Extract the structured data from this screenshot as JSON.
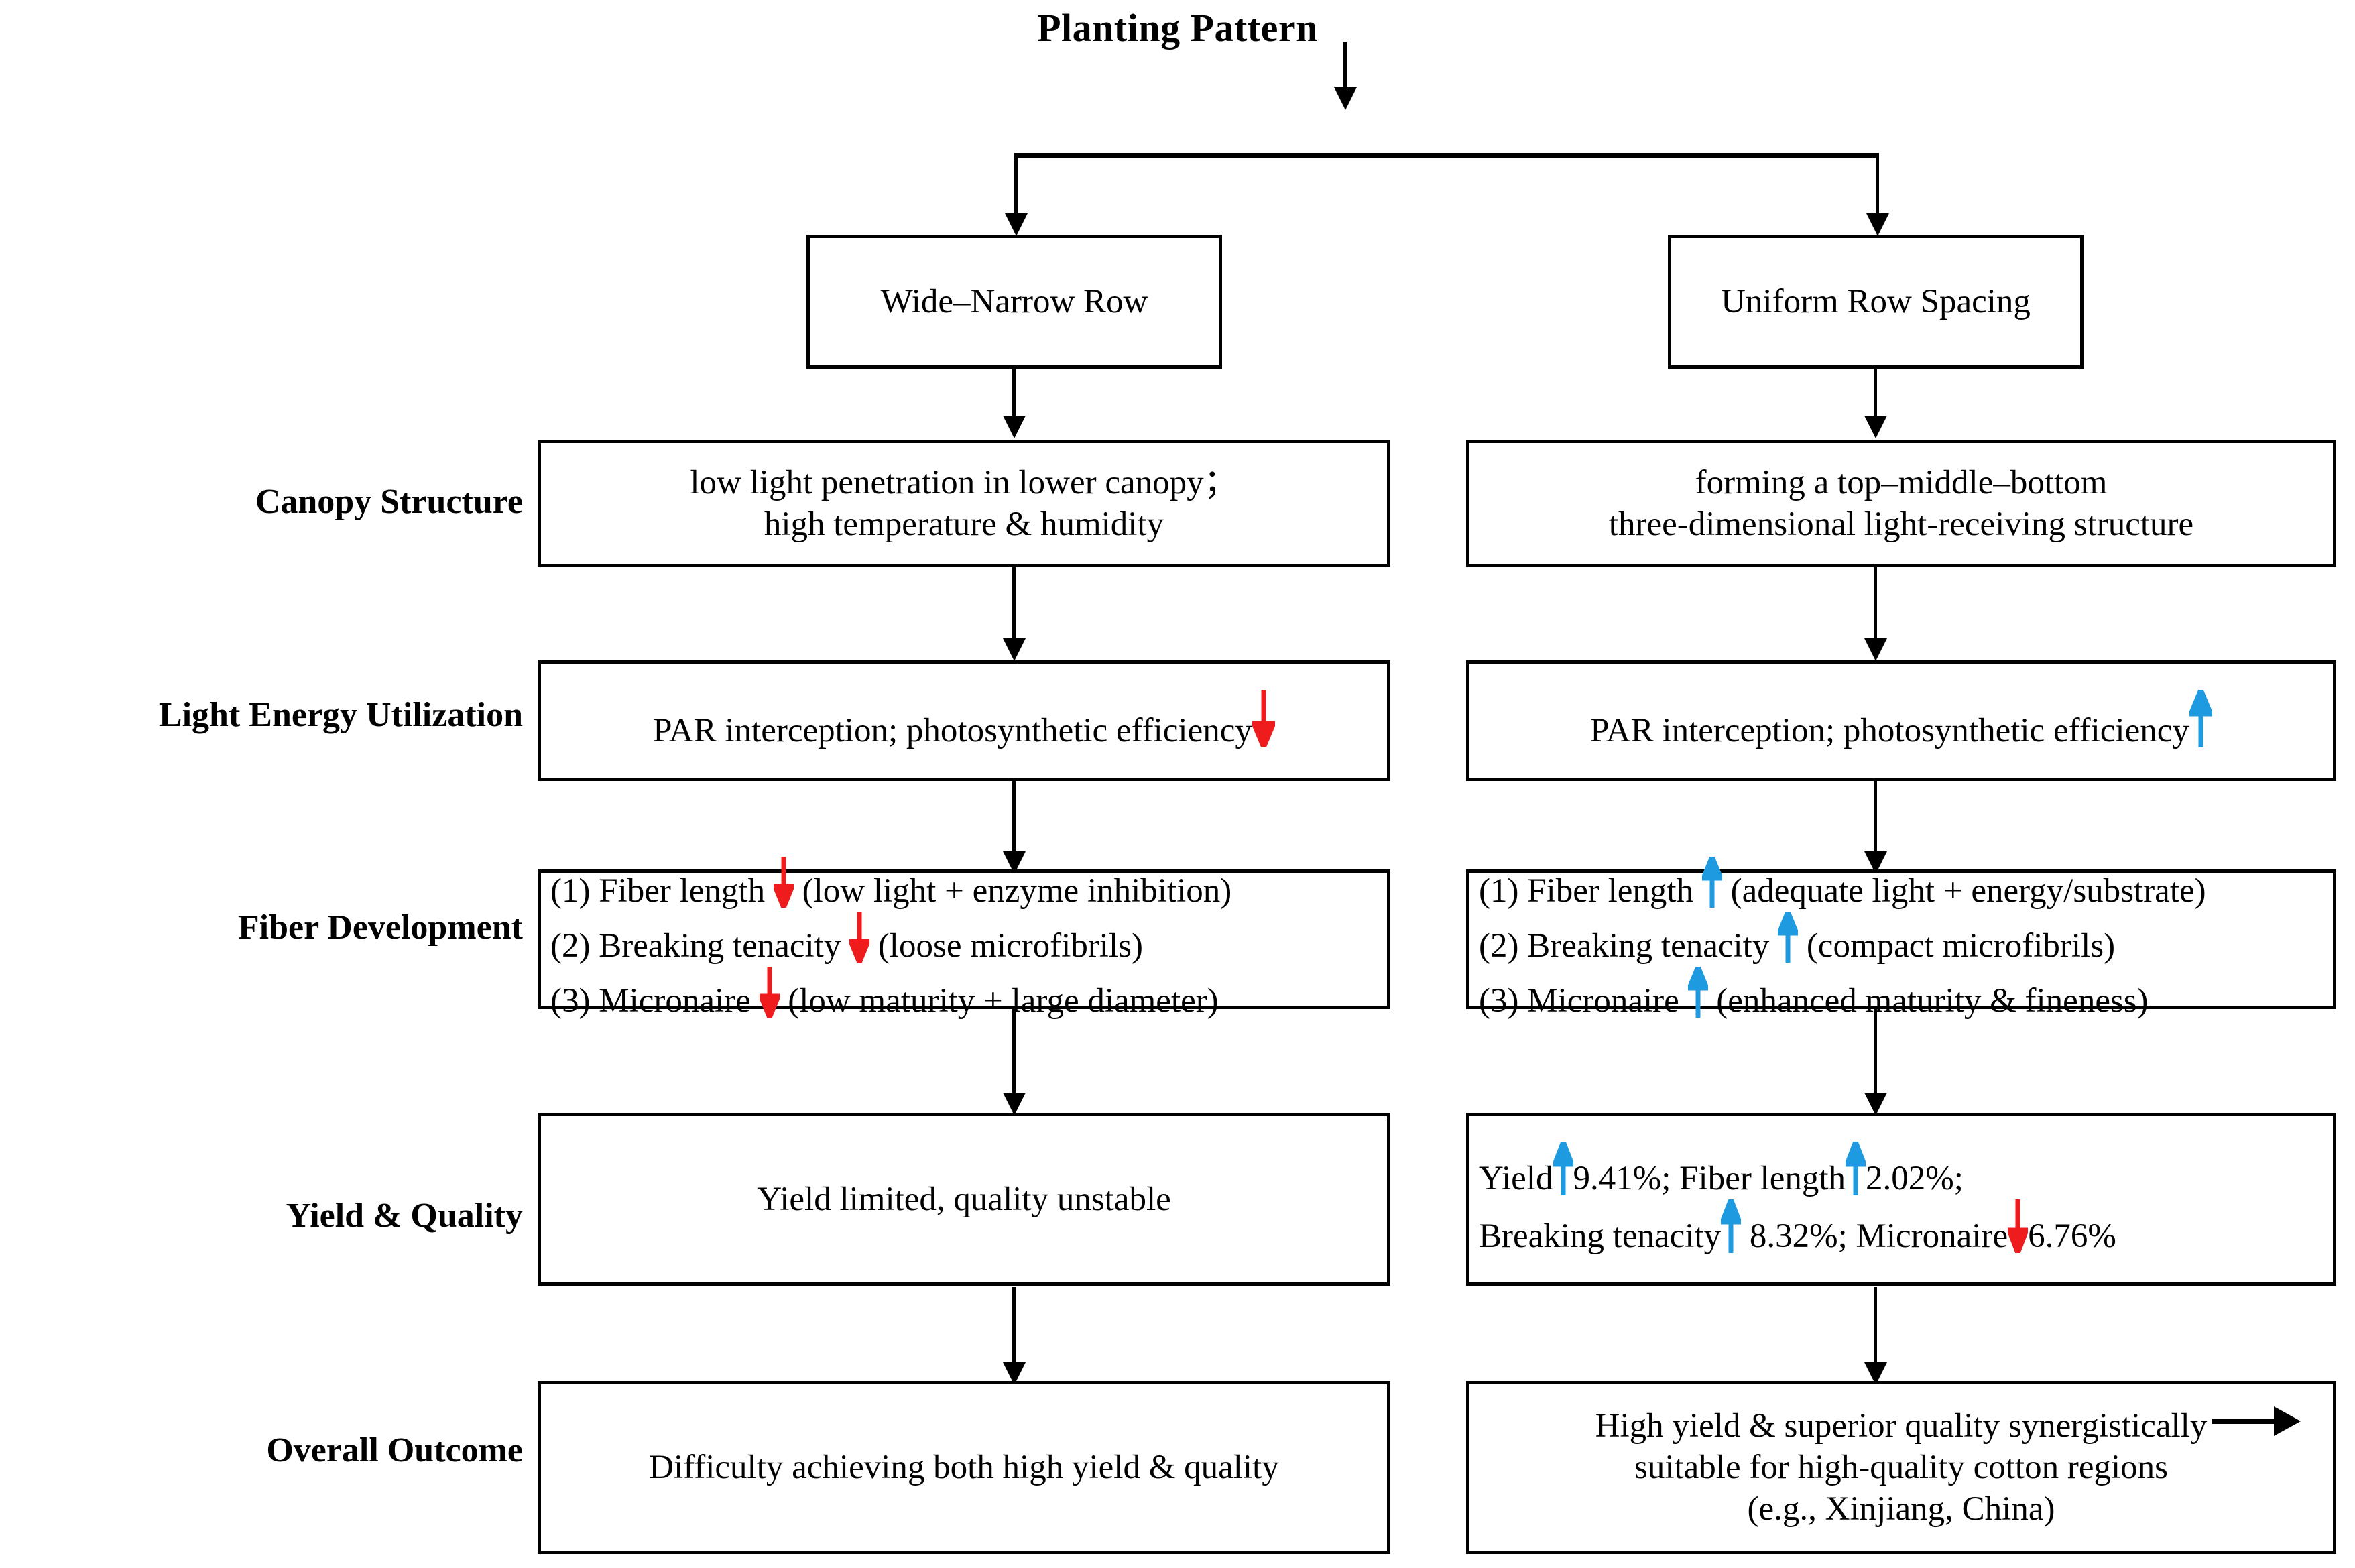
{
  "title": "Planting Pattern",
  "colors": {
    "up_arrow": "#1E9BE0",
    "down_arrow": "#EE1C1C",
    "line": "#000000",
    "background": "#FFFFFF"
  },
  "row_labels": [
    {
      "key": "canopy",
      "label": "Canopy Structure"
    },
    {
      "key": "light",
      "label": "Light Energy Utilization"
    },
    {
      "key": "fiber",
      "label": "Fiber Development"
    },
    {
      "key": "yield",
      "label": "Yield & Quality"
    },
    {
      "key": "outcome",
      "label": "Overall Outcome"
    }
  ],
  "columns": {
    "left": {
      "header": "Wide–Narrow Row"
    },
    "right": {
      "header": "Uniform Row Spacing"
    }
  },
  "left": {
    "canopy": {
      "line1": "low light penetration in lower canopy；",
      "line2": "high temperature & humidity"
    },
    "light": {
      "text": "PAR interception; photosynthetic efficiency",
      "arrow": "down"
    },
    "fiber": {
      "items": [
        {
          "index": "(1)",
          "metric": "Fiber length",
          "arrow": "down",
          "note": "(low light + enzyme inhibition)"
        },
        {
          "index": "(2)",
          "metric": "Breaking tenacity",
          "arrow": "down",
          "note": "(loose microfibrils)"
        },
        {
          "index": "(3)",
          "metric": "Micronaire",
          "arrow": "down",
          "note": "(low maturity + large diameter)"
        }
      ]
    },
    "yield": {
      "text": "Yield limited, quality unstable"
    },
    "outcome": {
      "text": "Difficulty achieving both high yield & quality"
    }
  },
  "right": {
    "canopy": {
      "line1": "forming a top–middle–bottom",
      "line2": "three-dimensional light-receiving structure"
    },
    "light": {
      "text": "PAR interception; photosynthetic efficiency",
      "arrow": "up"
    },
    "fiber": {
      "items": [
        {
          "index": "(1)",
          "metric": "Fiber length",
          "arrow": "up",
          "note": "(adequate light + energy/substrate)"
        },
        {
          "index": "(2)",
          "metric": "Breaking tenacity",
          "arrow": "up",
          "note": "(compact microfibrils)"
        },
        {
          "index": "(3)",
          "metric": "Micronaire",
          "arrow": "up",
          "note": "(enhanced maturity & fineness)"
        }
      ]
    },
    "yield": {
      "line1_a": "Yield",
      "line1_a_arrow": "up",
      "line1_a_val": "9.41%;",
      "line1_b": "Fiber length",
      "line1_b_arrow": "up",
      "line1_b_val": "2.02%;",
      "line2_a": "Breaking tenacity",
      "line2_a_arrow": "up",
      "line2_a_val": "8.32%;",
      "line2_b": "Micronaire",
      "line2_b_arrow": "down",
      "line2_b_val": "6.76%"
    },
    "outcome": {
      "line1": "High yield & superior quality synergistically",
      "line2": "suitable for high-quality cotton regions",
      "line3": "(e.g., Xinjiang, China)"
    }
  }
}
